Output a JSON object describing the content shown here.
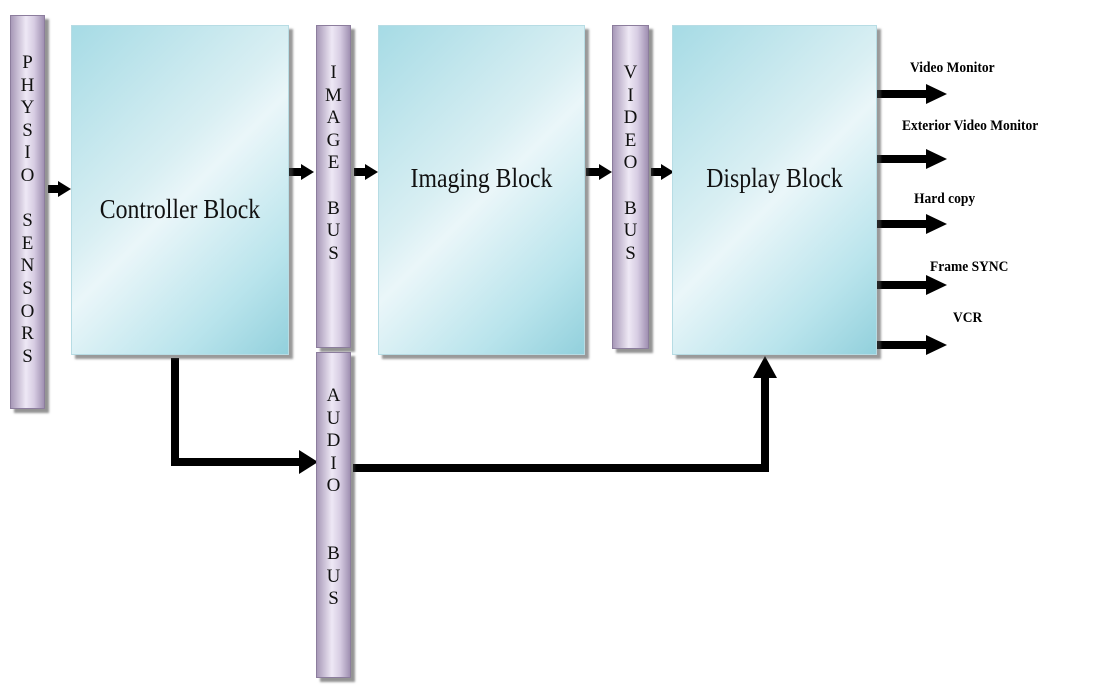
{
  "buses": {
    "physio_sensors": "P\nH\nY\nS\nI\nO\n\nS\nE\nN\nS\nO\nR\nS",
    "image_bus": "I\nM\nA\nG\nE\n\nB\nU\nS",
    "video_bus": "V\nI\nD\nE\nO\n\nB\nU\nS",
    "audio_bus": "A\nU\nD\nI\nO\n\n\nB\nU\nS"
  },
  "blocks": {
    "controller": "Controller Block",
    "imaging": "Imaging Block",
    "display": "Display Block"
  },
  "outputs": {
    "video_monitor": "Video Monitor",
    "exterior_video_monitor": "Exterior Video Monitor",
    "hard_copy": "Hard copy",
    "frame_sync": "Frame SYNC",
    "vcr": "VCR"
  },
  "colors": {
    "bus_fill": "#d7cde3",
    "block_fill": "#cdeaf1",
    "connector": "#000000"
  }
}
